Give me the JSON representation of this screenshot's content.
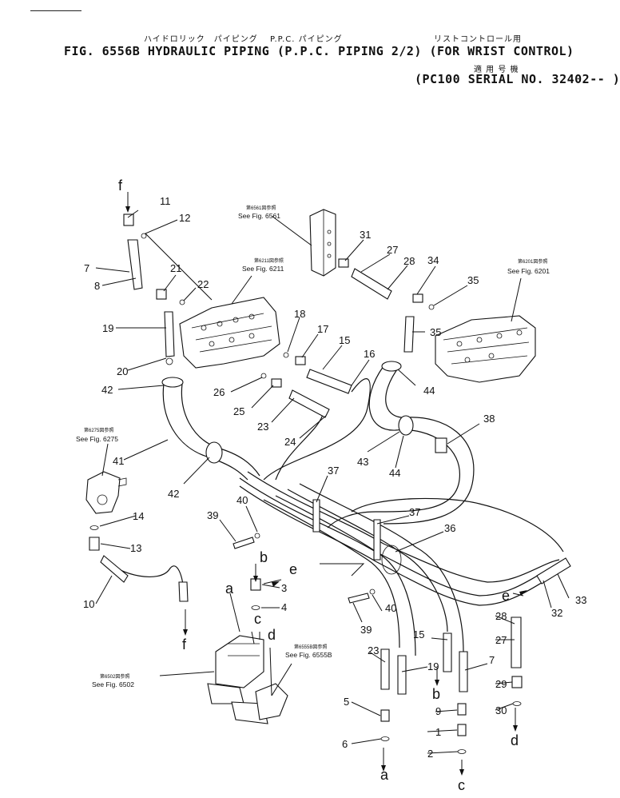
{
  "header": {
    "jp_line1_left": "ハイドロリック　パイピング　 P.P.C. パイピング",
    "jp_line1_right": "リストコントロール用",
    "title": "FIG. 6556B  HYDRAULIC PIPING (P.P.C. PIPING 2/2) (FOR WRIST CONTROL)",
    "jp_applicable": "適 用 号 機",
    "serial": "(PC100 SERIAL NO. 32402-- )"
  },
  "references": [
    {
      "jp": "第6561図参照",
      "en": "See Fig. 6561"
    },
    {
      "jp": "第6211図参照",
      "en": "See Fig. 6211"
    },
    {
      "jp": "第6201図参照",
      "en": "See Fig. 6201"
    },
    {
      "jp": "第6275図参照",
      "en": "See Fig. 6275"
    },
    {
      "jp": "第6555B図参照",
      "en": "See Fig. 6555B"
    },
    {
      "jp": "第6502図参照",
      "en": "See Fig. 6502"
    }
  ],
  "callouts": [
    "1",
    "2",
    "3",
    "4",
    "5",
    "6",
    "7",
    "8",
    "9",
    "10",
    "11",
    "12",
    "13",
    "14",
    "15",
    "16",
    "17",
    "18",
    "19",
    "20",
    "21",
    "22",
    "23",
    "24",
    "25",
    "26",
    "27",
    "28",
    "29",
    "30",
    "31",
    "32",
    "33",
    "34",
    "35",
    "36",
    "37",
    "38",
    "39",
    "40",
    "41",
    "42",
    "43",
    "44"
  ],
  "connection_letters": [
    "a",
    "b",
    "c",
    "d",
    "e",
    "f"
  ]
}
